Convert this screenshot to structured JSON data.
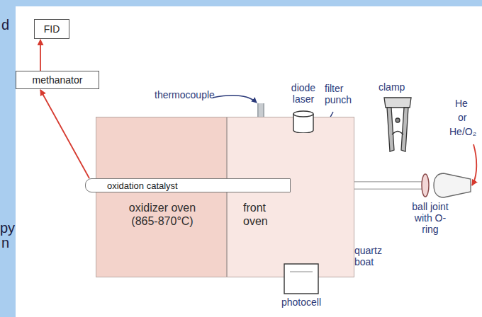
{
  "diagram": {
    "nodes": [
      {
        "text": [
          "FID"
        ]
      },
      {
        "text": [
          "methanator"
        ]
      },
      {
        "text": [
          "oxidizer oven (865-870°C)"
        ]
      },
      {
        "text": [
          "front oven"
        ]
      },
      {
        "text": [
          "oxidation catalyst"
        ]
      },
      {
        "text": [
          "diode laser"
        ]
      },
      {
        "text": [
          "photocell"
        ]
      }
    ],
    "edges": [
      {
        "from": 4,
        "to": 1,
        "arrow": "to"
      },
      {
        "from": 1,
        "to": 0,
        "arrow": "to"
      }
    ],
    "labels": [
      "d",
      "py",
      "n",
      "thermocouple",
      "filter punch",
      "clamp",
      "He",
      "or",
      "He/O₂",
      "ball joint with O-ring",
      "quartz boat"
    ]
  }
}
